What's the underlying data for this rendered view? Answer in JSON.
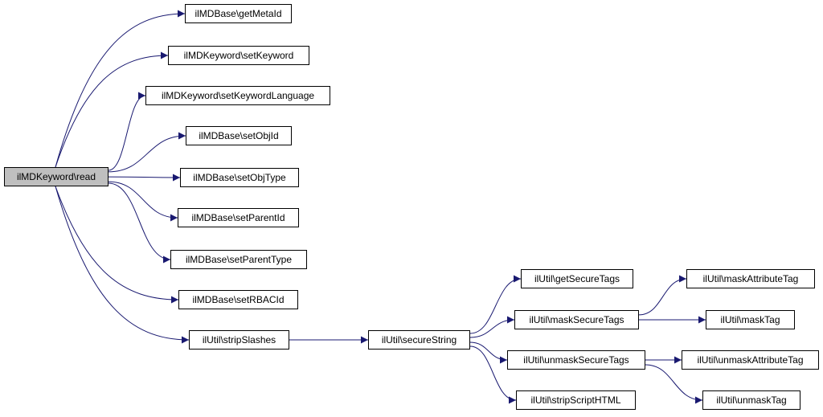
{
  "colors": {
    "edge": "#191970",
    "root_fill": "#bfbfbf",
    "node_fill": "#ffffff",
    "border": "#000000"
  },
  "nodes": {
    "root": "ilMDKeyword\\read",
    "getMetaId": "ilMDBase\\getMetaId",
    "setKeyword": "ilMDKeyword\\setKeyword",
    "setKeywordLanguage": "ilMDKeyword\\setKeywordLanguage",
    "setObjId": "ilMDBase\\setObjId",
    "setObjType": "ilMDBase\\setObjType",
    "setParentId": "ilMDBase\\setParentId",
    "setParentType": "ilMDBase\\setParentType",
    "setRBACId": "ilMDBase\\setRBACId",
    "stripSlashes": "ilUtil\\stripSlashes",
    "secureString": "ilUtil\\secureString",
    "getSecureTags": "ilUtil\\getSecureTags",
    "maskSecureTags": "ilUtil\\maskSecureTags",
    "unmaskSecureTags": "ilUtil\\unmaskSecureTags",
    "stripScriptHTML": "ilUtil\\stripScriptHTML",
    "maskAttributeTag": "ilUtil\\maskAttributeTag",
    "maskTag": "ilUtil\\maskTag",
    "unmaskAttributeTag": "ilUtil\\unmaskAttributeTag",
    "unmaskTag": "ilUtil\\unmaskTag"
  },
  "edges": [
    [
      "root",
      "getMetaId"
    ],
    [
      "root",
      "setKeyword"
    ],
    [
      "root",
      "setKeywordLanguage"
    ],
    [
      "root",
      "setObjId"
    ],
    [
      "root",
      "setObjType"
    ],
    [
      "root",
      "setParentId"
    ],
    [
      "root",
      "setParentType"
    ],
    [
      "root",
      "setRBACId"
    ],
    [
      "root",
      "stripSlashes"
    ],
    [
      "stripSlashes",
      "secureString"
    ],
    [
      "secureString",
      "getSecureTags"
    ],
    [
      "secureString",
      "maskSecureTags"
    ],
    [
      "secureString",
      "unmaskSecureTags"
    ],
    [
      "secureString",
      "stripScriptHTML"
    ],
    [
      "maskSecureTags",
      "maskAttributeTag"
    ],
    [
      "maskSecureTags",
      "maskTag"
    ],
    [
      "unmaskSecureTags",
      "unmaskAttributeTag"
    ],
    [
      "unmaskSecureTags",
      "unmaskTag"
    ]
  ]
}
